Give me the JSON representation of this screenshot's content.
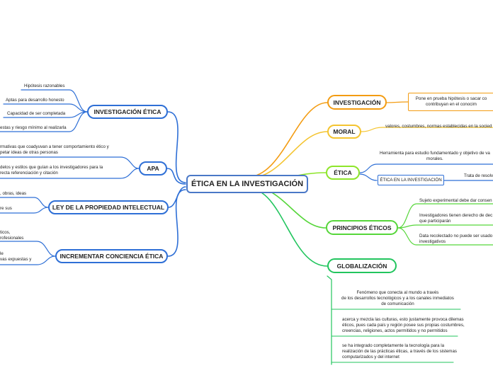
{
  "center": "ÉTICA EN LA INVESTIGACIÓN",
  "colors": {
    "center": "#4a78c7",
    "investigacion": "#f39c12",
    "moral": "#f4c430",
    "etica": "#8ee52a",
    "principios": "#56d63a",
    "globalizacion": "#22c55e",
    "left": "#2e6fd6"
  },
  "right": {
    "investigacion": {
      "title": "INVESTIGACIÓN",
      "child": "Pone en prueba hipótesis o sacar co\ncontribuyan en el conocim"
    },
    "moral": {
      "title": "MORAL",
      "child": "valores, costumbres, normas establecidas en la socied"
    },
    "etica": {
      "title": "ÉTICA",
      "child1": "Herramienta para estudio fundamentado y objetivo de va\nmorales.",
      "child2": "ÉTICA EN LA INVESTIGACIÓN",
      "child3": "Trata de resolv"
    },
    "principios": {
      "title": "PRINCIPIOS ÉTICOS",
      "items": [
        "Sujeto experimental debe dar consen",
        "Investigadores tienen derecho de dec\nque participarán",
        "Data recolectado no puede ser usado\ninvestigativos"
      ]
    },
    "globalizacion": {
      "title": "GLOBALIZACIÓN",
      "items": [
        "Fenómeno que conecta al mundo a través\nde los desarrollos tecnológicos y a los canales inmediatos\nde comunicación",
        "acerca y mezcla las culturas, esto justamente provoca dilemas\néticos, pues cada país y región posee sus propias costumbres,\ncreencias, religiones, actos permitidos y no permitidos",
        "se ha integrado completamente la tecnología para la\nrealización de las prácticas éticas, a través de los sistemas\ncomputarizados y del internet"
      ]
    }
  },
  "left": {
    "investigacion_etica": {
      "title": "INVESTIGACIÓN ÉTICA",
      "items": [
        "Hipótesis razonables",
        "Aptas para desarrollo honesto",
        "Capacidad de ser completada",
        "estas y riesgo mínimo al realizarla"
      ]
    },
    "apa": {
      "title": "APA",
      "items": [
        "rmativas que coadyuvan a tener comportamiento ético y\npetar ideas de otras personas",
        "delos y estilos que guían a los investigadores para la\nrecta referenciación y citación"
      ]
    },
    "ley": {
      "title": "LEY DE LA PROPIEDAD INTELECTUAL",
      "items": [
        ", obras, ideas",
        "re sus"
      ]
    },
    "conciencia": {
      "title": "INCREMENTAR CONCIENCIA ÉTICA",
      "items": [
        "ticos,\nrofesionales",
        "le\nvas expuestas y"
      ]
    }
  }
}
